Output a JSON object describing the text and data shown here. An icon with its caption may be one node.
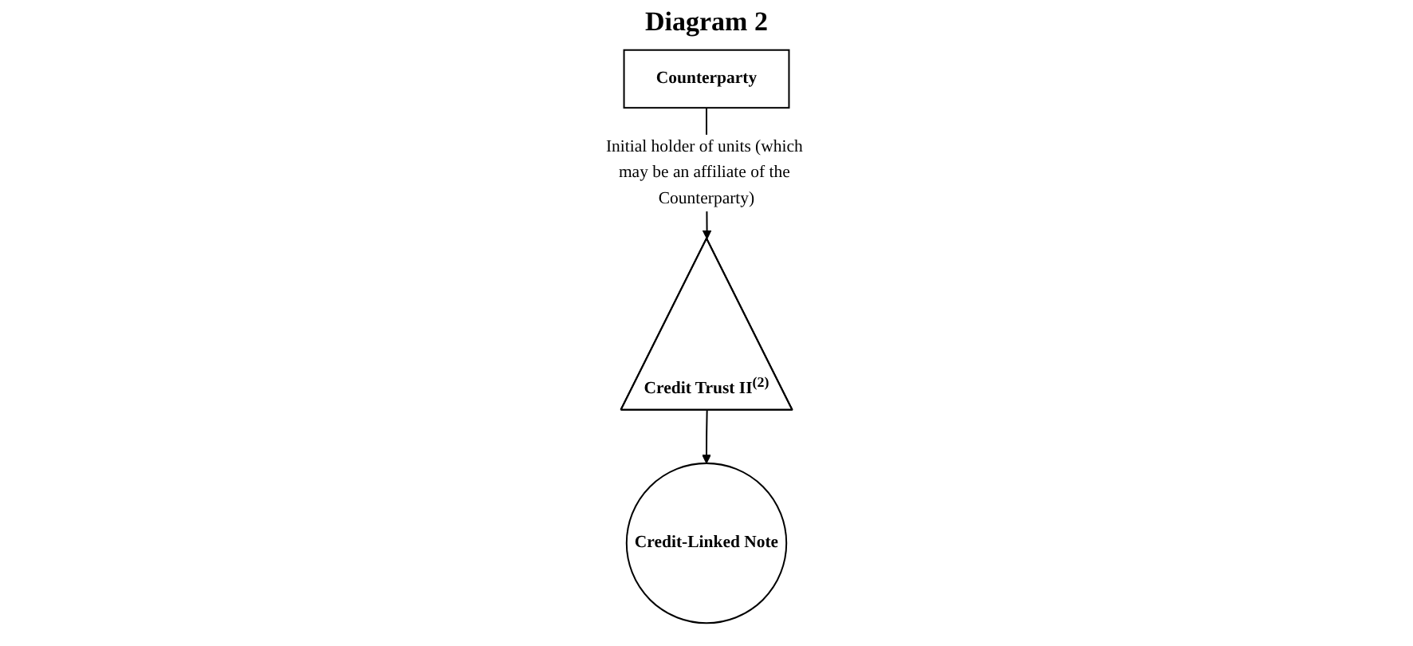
{
  "diagram": {
    "title": "Diagram 2",
    "nodes": [
      {
        "text": [
          "Credit Trust II$^{(2)}$"
        ]
      },
      {
        "text": [
          "Credit-Linked Note"
        ]
      },
      {
        "text": [
          "Counterparty"
        ]
      }
    ],
    "edges": [
      {
        "from": 2,
        "to": 0,
        "arrow": "to",
        "label": "Initial holder of units (which may be an affiliate of the Counterparty)"
      },
      {
        "from": 0,
        "to": 1,
        "arrow": "to"
      }
    ]
  }
}
